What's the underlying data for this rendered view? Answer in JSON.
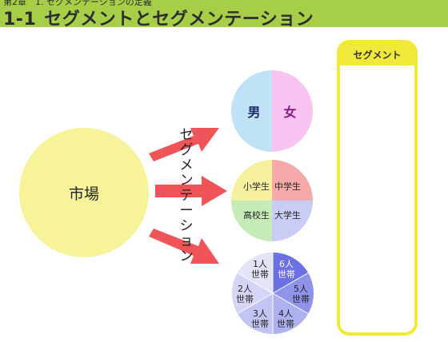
{
  "header": {
    "chapter": "第2章　1. セグメンテーションの定義",
    "number": "1-1",
    "title": "セグメントとセグメンテーション"
  },
  "market": {
    "label": "市場"
  },
  "process_label": "セグメンテーション",
  "gender": {
    "left": "男",
    "right": "女"
  },
  "school": {
    "top_left": "小学生",
    "top_right": "中学生",
    "bottom_left": "高校生",
    "bottom_right": "大学生"
  },
  "household": {
    "one": "1人世帯",
    "two": "2人世帯",
    "three": "3人世帯",
    "four": "4人世帯",
    "five": "5人世帯",
    "six": "6人世帯"
  },
  "panel": {
    "title": "セグメント"
  },
  "colors": {
    "header": "#a6cf47",
    "market": "#f6f39a",
    "arrow": "#ef5558",
    "male": "#bfe2f6",
    "female": "#f8c3f0",
    "elementary": "#f6f19f",
    "junior_high": "#f6a9a9",
    "high_school": "#c6ebb7",
    "university": "#c9cdf6",
    "panel_border": "#f1e93a"
  }
}
